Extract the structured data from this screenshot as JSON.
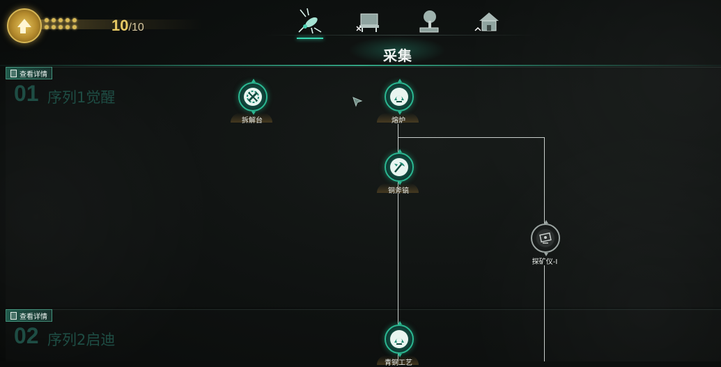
{
  "level": {
    "current": "10",
    "separator": "/",
    "max": "10"
  },
  "tabs": [
    {
      "name": "mosquito-tab",
      "icon": "insect-icon",
      "active": true
    },
    {
      "name": "workbench-tab",
      "icon": "workbench-icon",
      "active": false
    },
    {
      "name": "tree-tab",
      "icon": "tree-icon",
      "active": false
    },
    {
      "name": "house-tab",
      "icon": "house-icon",
      "active": false
    }
  ],
  "page": {
    "title": "采集"
  },
  "sections": [
    {
      "detail_label": "查看详情",
      "number": "01",
      "name": "序列1觉醒"
    },
    {
      "detail_label": "查看详情",
      "number": "02",
      "name": "序列2启迪"
    }
  ],
  "nodes": {
    "disassembly": {
      "label": "拆解台",
      "icon": "wrench-gear-icon"
    },
    "furnace": {
      "label": "熔炉",
      "icon": "furnace-icon"
    },
    "copper_pickaxe": {
      "label": "铜斧镐",
      "icon": "pickaxe-axe-icon"
    },
    "prospector": {
      "label": "探矿仪-I",
      "icon": "prospector-icon"
    },
    "bronze": {
      "label": "青铜工艺",
      "icon": "furnace-icon"
    }
  },
  "colors": {
    "accent": "#37d7b1",
    "gold": "#e7c964",
    "dim_text": "#1e4d44"
  }
}
